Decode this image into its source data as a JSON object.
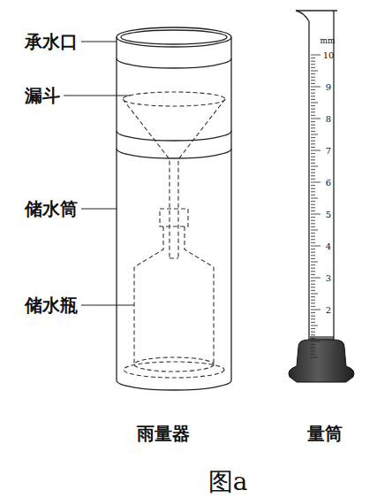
{
  "diagram": {
    "caption": "图a",
    "labels": [
      "承水口",
      "漏斗",
      "储水筒",
      "储水瓶",
      "雨量器",
      "量筒",
      "mm",
      "10",
      "9",
      "8",
      "7",
      "6",
      "5",
      "4",
      "3",
      "2"
    ]
  }
}
